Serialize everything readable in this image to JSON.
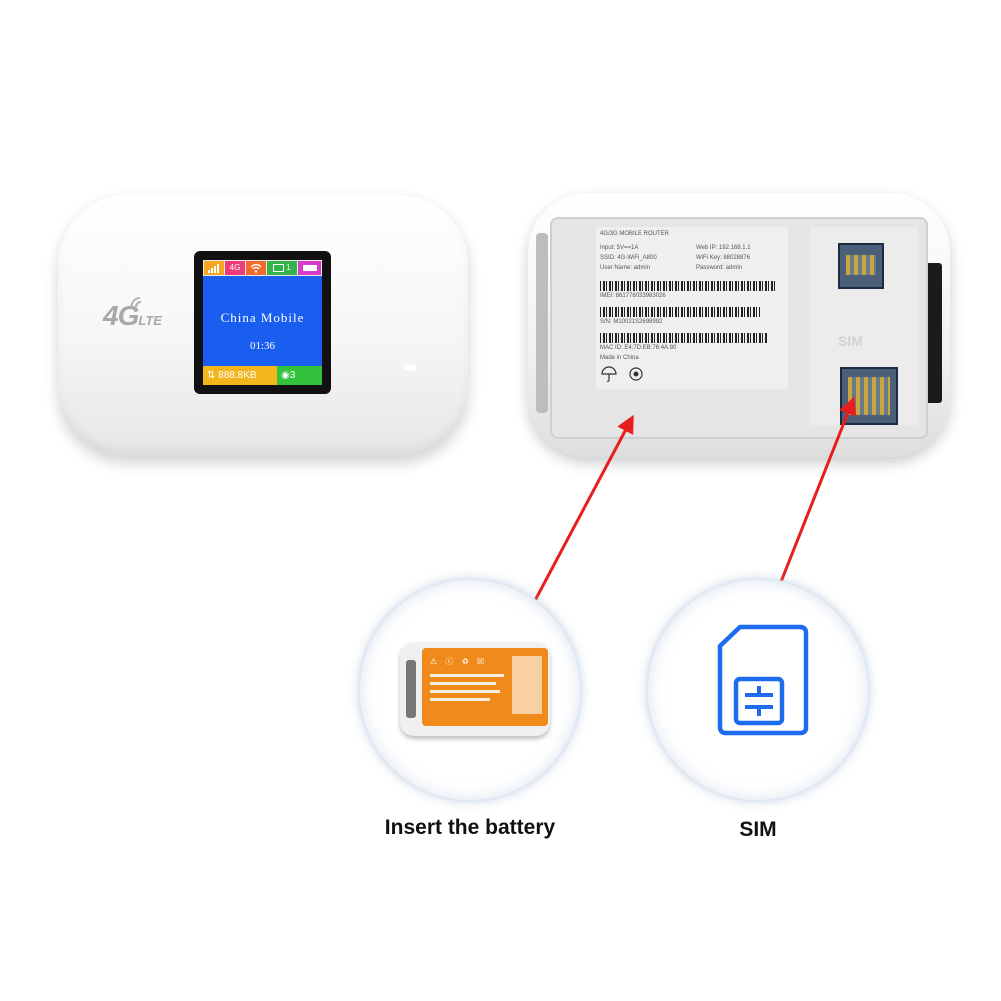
{
  "front": {
    "logo_big": "4G",
    "logo_small": "LTE",
    "screen": {
      "status_icons": [
        "signal-icon",
        "network-type",
        "wifi-icon",
        "message-icon",
        "battery-icon"
      ],
      "network_type": "4G",
      "message_count": "1",
      "carrier": "China  Mobile",
      "time": "01:36",
      "data_usage": "888.8KB",
      "connected_users": "3"
    }
  },
  "back": {
    "sticker_lines": [
      "4G/3G MOBILE ROUTER",
      "Input: 5V==1A",
      "SSID: 4G-WiFi_A800",
      "User Name: admin",
      "Web IP: 192.168.1.1",
      "WiFi Key: 88028876",
      "Password: admin",
      "IMEI: 861776033983026",
      "S/N: M10021S2698992",
      "MAC ID: E4:7D:EB:76:4A:80",
      "Made in China"
    ],
    "sim_print": "SIM"
  },
  "arrow_color": "#e81e1e",
  "captions": {
    "battery": "Insert the battery",
    "sim": "SIM"
  },
  "colors": {
    "screen_blue": "#1a5ef0",
    "data_bar": "#f3b51c",
    "users_bar": "#33c23b",
    "battery_orange": "#f08a1c",
    "sim_icon_blue": "#1e6bf0"
  }
}
